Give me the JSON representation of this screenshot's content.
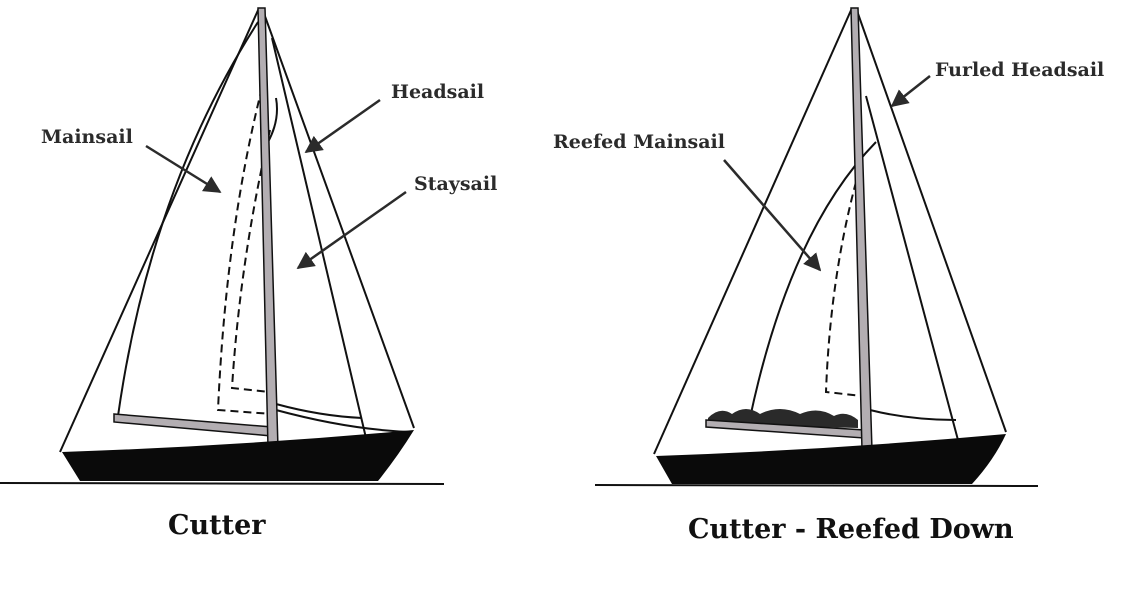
{
  "colors": {
    "hull": "#0a0a0a",
    "mast": "#b3aeb2",
    "line": "#111111",
    "arrow": "#2b2b2b",
    "furled_roll": "#2a2a2a"
  },
  "diagrams": [
    {
      "caption": "Cutter",
      "callouts": {
        "mainsail": "Mainsail",
        "headsail": "Headsail",
        "staysail": "Staysail"
      }
    },
    {
      "caption": "Cutter - Reefed Down",
      "callouts": {
        "furled_headsail": "Furled Headsail",
        "reefed_mainsail": "Reefed Mainsail"
      }
    }
  ]
}
